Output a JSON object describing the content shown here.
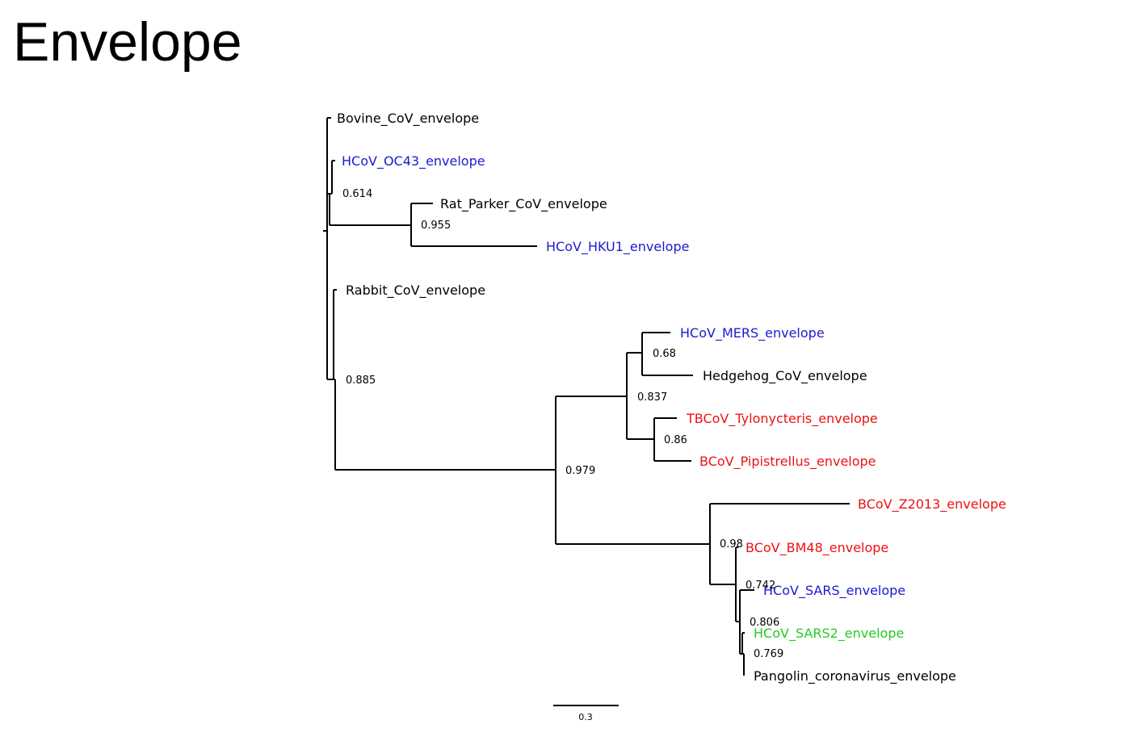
{
  "title": "Envelope",
  "colors": {
    "black": "#000000",
    "blue": "#1a1ad0",
    "red": "#ee1111",
    "green": "#22cc22"
  },
  "leaves": [
    {
      "label": "Bovine_CoV_envelope",
      "color": "black"
    },
    {
      "label": "HCoV_OC43_envelope",
      "color": "blue"
    },
    {
      "label": "Rat_Parker_CoV_envelope",
      "color": "black"
    },
    {
      "label": "HCoV_HKU1_envelope",
      "color": "blue"
    },
    {
      "label": "Rabbit_CoV_envelope",
      "color": "black"
    },
    {
      "label": "HCoV_MERS_envelope",
      "color": "blue"
    },
    {
      "label": "Hedgehog_CoV_envelope",
      "color": "black"
    },
    {
      "label": "TBCoV_Tylonycteris_envelope",
      "color": "red"
    },
    {
      "label": "BCoV_Pipistrellus_envelope",
      "color": "red"
    },
    {
      "label": "BCoV_Z2013_envelope",
      "color": "red"
    },
    {
      "label": "BCoV_BM48_envelope",
      "color": "red"
    },
    {
      "label": "HCoV_SARS_envelope",
      "color": "blue"
    },
    {
      "label": "HCoV_SARS2_envelope",
      "color": "green"
    },
    {
      "label": "Pangolin_coronavirus_envelope",
      "color": "black"
    }
  ],
  "supports": [
    "0.614",
    "0.955",
    "0.885",
    "0.68",
    "0.837",
    "0.86",
    "0.979",
    "0.98",
    "0.742",
    "0.806",
    "0.769"
  ],
  "scale_bar": {
    "label": "0.3"
  }
}
